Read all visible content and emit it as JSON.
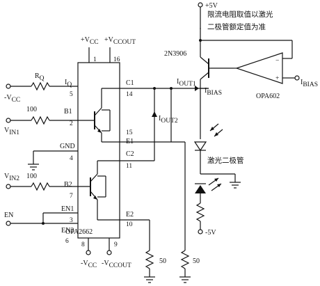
{
  "circuit": {
    "chip_name": "OPA2662",
    "transistor_name": "2N3906",
    "opamp_name": "OPA602",
    "supply_top": {
      "label": "+5V"
    },
    "supply_bottom": {
      "label": "-5V"
    },
    "top_pins": [
      {
        "label": "+V",
        "sub": "CC",
        "pin": "1"
      },
      {
        "label": "+V",
        "sub": "CCOUT",
        "pin": "16"
      }
    ],
    "bottom_pins": [
      {
        "label": "-V",
        "sub": "CC",
        "pin": "8"
      },
      {
        "label": "-V",
        "sub": "CCOUT",
        "pin": "9"
      }
    ],
    "left_pins": [
      {
        "name": "I",
        "sub": "Q",
        "pin": "5"
      },
      {
        "name": "B1",
        "pin": "2"
      },
      {
        "name": "GND",
        "pin": "4"
      },
      {
        "name": "B2",
        "pin": "7"
      },
      {
        "name": "EN1",
        "pin": "3"
      },
      {
        "name": "EN2",
        "pin": "6"
      }
    ],
    "right_pins": [
      {
        "name": "C1",
        "pin": "14"
      },
      {
        "name": "E1",
        "pin": "15"
      },
      {
        "name": "C2",
        "pin": "11"
      },
      {
        "name": "E2",
        "pin": "10"
      }
    ],
    "inputs": {
      "vcc_neg": {
        "label": "-V",
        "sub": "CC"
      },
      "vin1": {
        "label": "V",
        "sub": "IN1"
      },
      "vin2": {
        "label": "V",
        "sub": "IN2"
      },
      "en": {
        "label": "EN"
      }
    },
    "resistors": [
      {
        "label": "R",
        "sub": "Q"
      },
      {
        "label": "100"
      },
      {
        "label": "100"
      },
      {
        "label": "50"
      },
      {
        "label": "50"
      }
    ],
    "currents": {
      "iout1": {
        "label": "I",
        "sub": "OUT1"
      },
      "iout2": {
        "label": "I",
        "sub": "OUT2"
      },
      "ibias": {
        "label": "I",
        "sub": "BIAS"
      },
      "ibias_ref": {
        "label": "I",
        "sub": "BIAS"
      }
    },
    "notes": {
      "limit_line1": "限流电阻取值以激光",
      "limit_line2": "二极管额定值为准",
      "laser_diode": "激光二极管"
    }
  }
}
